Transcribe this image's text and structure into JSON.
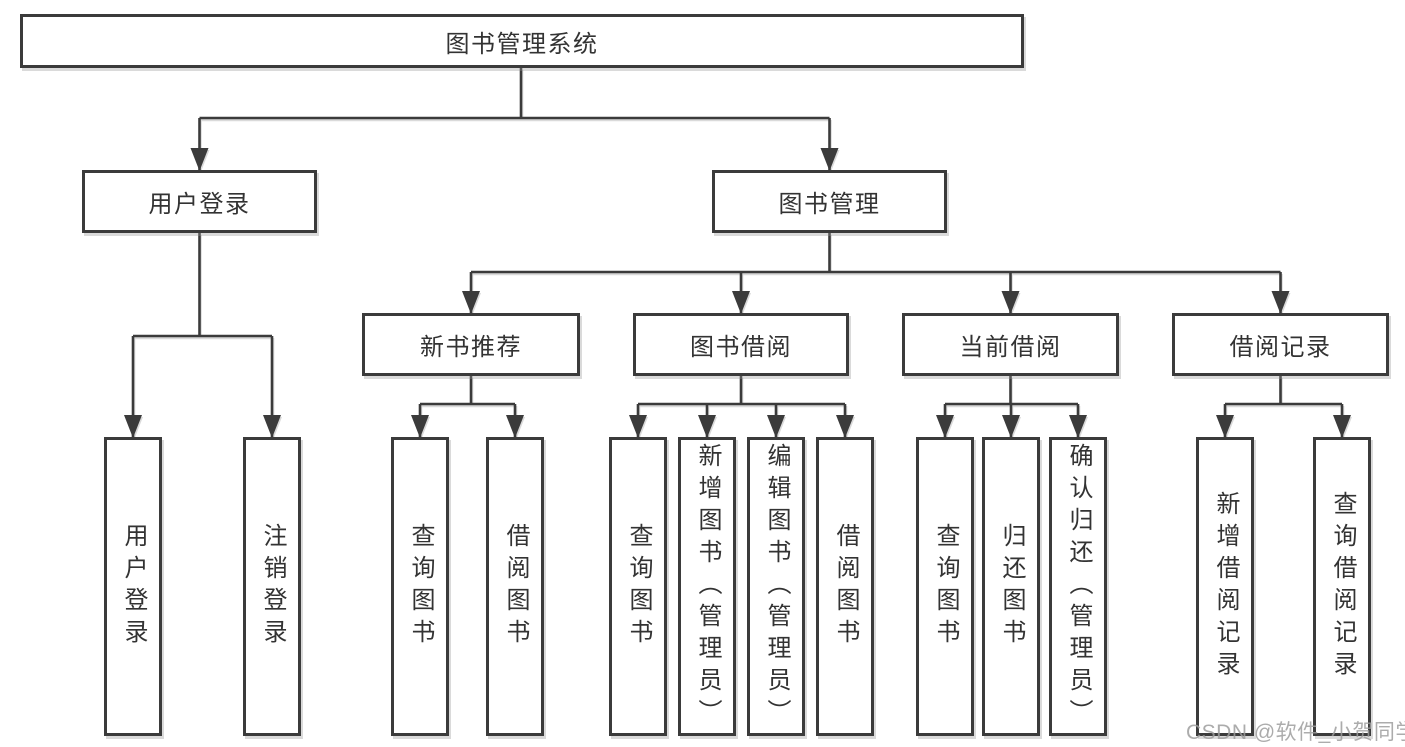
{
  "diagram": {
    "title": "图书管理系统",
    "type": "hierarchy-flowchart",
    "colors": {
      "line": "#3b3b3b",
      "text": "#333333",
      "background": "#ffffff",
      "watermark": "#9e9e9e"
    },
    "nodes": {
      "root": {
        "label": "图书管理系统"
      },
      "user_login": {
        "label": "用户登录"
      },
      "book_mgmt": {
        "label": "图书管理"
      },
      "new_book_rec": {
        "label": "新书推荐"
      },
      "book_borrow": {
        "label": "图书借阅"
      },
      "current_borrow": {
        "label": "当前借阅"
      },
      "borrow_records": {
        "label": "借阅记录"
      },
      "ul_login": {
        "label": "用户登录"
      },
      "ul_logout": {
        "label": "注销登录"
      },
      "nr_query": {
        "label": "查询图书"
      },
      "nr_borrow": {
        "label": "借阅图书"
      },
      "bb_query": {
        "label": "查询图书"
      },
      "bb_add": {
        "label": "新增图书（管理员）"
      },
      "bb_edit": {
        "label": "编辑图书（管理员）"
      },
      "bb_borrow": {
        "label": "借阅图书"
      },
      "cb_query": {
        "label": "查询图书"
      },
      "cb_return": {
        "label": "归还图书"
      },
      "cb_confirm": {
        "label": "确认归还（管理员）"
      },
      "br_add": {
        "label": "新增借阅记录"
      },
      "br_query": {
        "label": "查询借阅记录"
      }
    },
    "hierarchy": [
      {
        "parent": "图书管理系统",
        "children": [
          "用户登录",
          "图书管理"
        ]
      },
      {
        "parent": "用户登录",
        "children": [
          "用户登录",
          "注销登录"
        ]
      },
      {
        "parent": "图书管理",
        "children": [
          "新书推荐",
          "图书借阅",
          "当前借阅",
          "借阅记录"
        ]
      },
      {
        "parent": "新书推荐",
        "children": [
          "查询图书",
          "借阅图书"
        ]
      },
      {
        "parent": "图书借阅",
        "children": [
          "查询图书",
          "新增图书（管理员）",
          "编辑图书（管理员）",
          "借阅图书"
        ]
      },
      {
        "parent": "当前借阅",
        "children": [
          "查询图书",
          "归还图书",
          "确认归还（管理员）"
        ]
      },
      {
        "parent": "借阅记录",
        "children": [
          "新增借阅记录",
          "查询借阅记录"
        ]
      }
    ],
    "watermark": "CSDN @软件_小贺同学"
  }
}
